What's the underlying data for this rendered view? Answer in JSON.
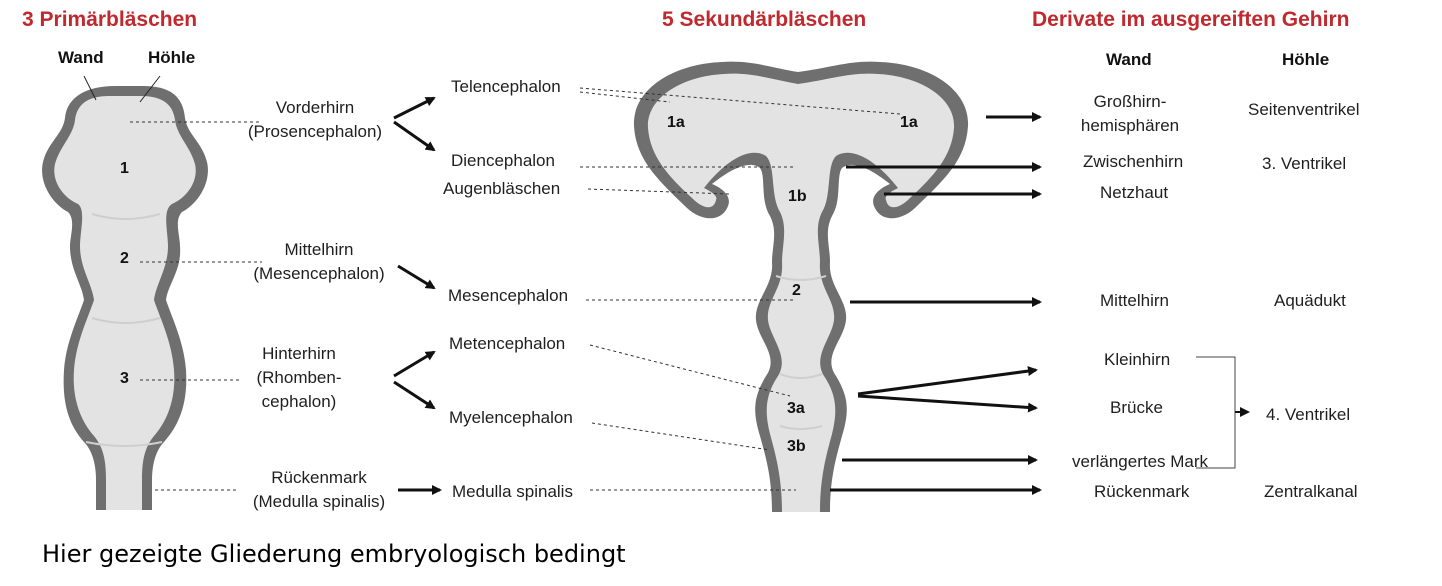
{
  "headers": {
    "primary": "3 Primärbläschen",
    "secondary": "5 Sekundärbläschen",
    "derivatives": "Derivate im ausgereiften Gehirn"
  },
  "primary_tube": {
    "wall_label": "Wand",
    "cavity_label": "Höhle",
    "numbers": [
      "1",
      "2",
      "3"
    ]
  },
  "primary_labels": [
    [
      "Vorderhirn",
      "(Prosencephalon)"
    ],
    [
      "Mittelhirn",
      "(Mesencephalon)"
    ],
    [
      "Hinterhirn",
      "(Rhomben-",
      "cephalon)"
    ],
    [
      "Rückenmark",
      "(Medulla spinalis)"
    ]
  ],
  "secondary_labels": {
    "telencephalon": "Telencephalon",
    "diencephalon": "Diencephalon",
    "augenblaeschen": "Augenbläschen",
    "mesencephalon": "Mesencephalon",
    "metencephalon": "Metencephalon",
    "myelencephalon": "Myelencephalon",
    "medulla": "Medulla spinalis"
  },
  "secondary_numbers": {
    "n1a_left": "1a",
    "n1a_right": "1a",
    "n1b": "1b",
    "n2": "2",
    "n3a": "3a",
    "n3b": "3b"
  },
  "derivatives": {
    "wall_header": "Wand",
    "cavity_header": "Höhle",
    "grosshirn": [
      "Großhirn-",
      "hemisphären"
    ],
    "seitenventrikel": "Seitenventrikel",
    "zwischenhirn": "Zwischenhirn",
    "ventrikel3": "3. Ventrikel",
    "netzhaut": "Netzhaut",
    "mittelhirn": "Mittelhirn",
    "aquaedukt": "Aquädukt",
    "kleinhirn": "Kleinhirn",
    "bruecke": "Brücke",
    "ventrikel4": "4. Ventrikel",
    "verlaengertes": "verlängertes Mark",
    "rueckenmark": "Rückenmark",
    "zentralkanal": "Zentralkanal"
  },
  "caption": "Hier gezeigte Gliederung embryologisch bedingt",
  "colors": {
    "header_red": "#c0292e",
    "tube_wall": "#777777",
    "tube_fill": "#e3e3e3"
  }
}
